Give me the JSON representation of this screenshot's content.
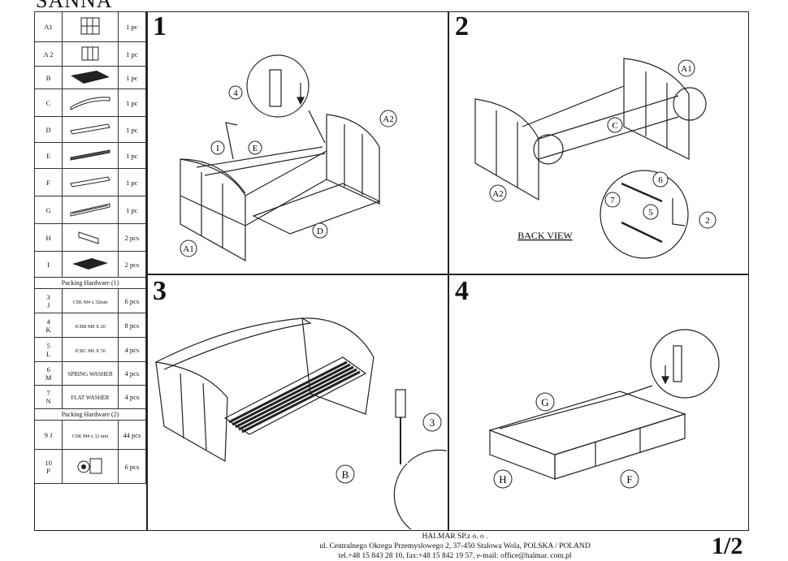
{
  "title": "SANNA",
  "parts": [
    {
      "code": "A1",
      "qty": "1 pc"
    },
    {
      "code": "A 2",
      "qty": "1 pc"
    },
    {
      "code": "B",
      "qty": "1 pc"
    },
    {
      "code": "C",
      "qty": "1 pc"
    },
    {
      "code": "D",
      "qty": "1 pc"
    },
    {
      "code": "E",
      "qty": "1 pc"
    },
    {
      "code": "F",
      "qty": "1 pc"
    },
    {
      "code": "G",
      "qty": "1 pc"
    },
    {
      "code": "H",
      "qty": "2 pcs"
    },
    {
      "code": "I",
      "qty": "2 pcs"
    }
  ],
  "hardware1_title": "Packing Hardware (1)",
  "hardware1": [
    {
      "num": "3",
      "letter": "J",
      "label": "CSK M4 x 32mm",
      "qty": "6 pcs"
    },
    {
      "num": "4",
      "letter": "K",
      "label": "JCBB M8 X 20",
      "qty": "8 pcs"
    },
    {
      "num": "5",
      "letter": "L",
      "label": "JCBC M6 X 50",
      "qty": "4 pcs"
    },
    {
      "num": "6",
      "letter": "M",
      "label": "SPRING WASHER",
      "qty": "4 pcs"
    },
    {
      "num": "7",
      "letter": "N",
      "label": "FLAT WASHER",
      "qty": "4 pcs"
    }
  ],
  "hardware2_title": "Packing Hardware (2)",
  "hardware2": [
    {
      "num": "9",
      "letter": "J",
      "label": "CSK M4 x 32 mm",
      "qty": "44 pcs"
    },
    {
      "num": "10",
      "letter": "P",
      "label": "",
      "qty": "6 pcs"
    }
  ],
  "steps": [
    "1",
    "2",
    "3",
    "4"
  ],
  "step1_callouts": [
    "4",
    "I",
    "E",
    "A2",
    "D",
    "A1"
  ],
  "step2_callouts": [
    "A1",
    "C",
    "A2",
    "6",
    "7",
    "5",
    "2"
  ],
  "step2_caption": "BACK VIEW",
  "step3_callouts": [
    "3",
    "B"
  ],
  "step4_callouts": [
    "G",
    "H",
    "F"
  ],
  "footer": {
    "line1": "HALMAR SP.z o. o .",
    "line2": "ul. Centralnego Okregu Przemyslowego 2, 37-450 Stalowa Wola, POLSKA / POLAND",
    "line3": "tel.+48 15 843 28 10, fax:+48 15 842 19 57,  e-mail: office@halmar. com.pl"
  },
  "page_number": "1/2"
}
